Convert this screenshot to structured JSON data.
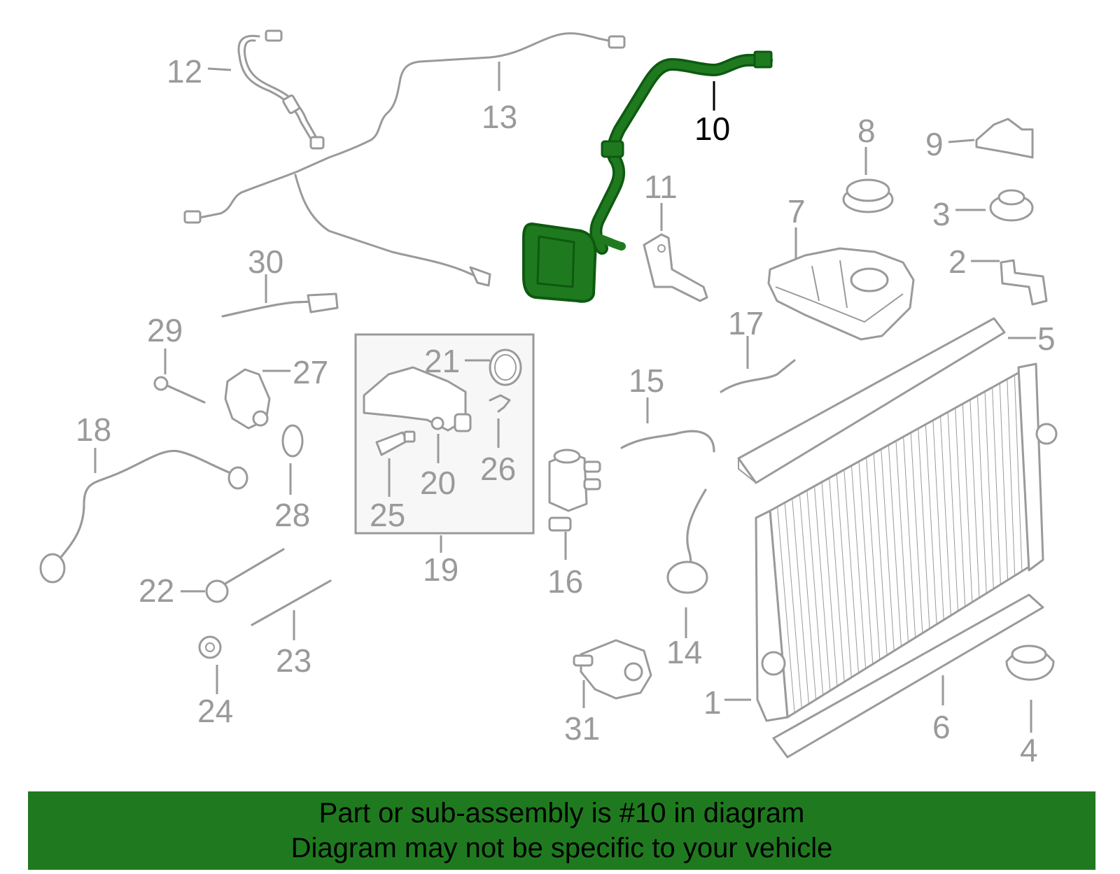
{
  "colors": {
    "part_outline": "#9a9a9a",
    "highlight_fill": "#1f7a1f",
    "highlight_outline": "#0d5a10",
    "banner_bg": "#1f7a1f",
    "banner_text": "#000000"
  },
  "callouts": [
    {
      "id": "1",
      "label": "1"
    },
    {
      "id": "2",
      "label": "2"
    },
    {
      "id": "3",
      "label": "3"
    },
    {
      "id": "4",
      "label": "4"
    },
    {
      "id": "5",
      "label": "5"
    },
    {
      "id": "6",
      "label": "6"
    },
    {
      "id": "7",
      "label": "7"
    },
    {
      "id": "8",
      "label": "8"
    },
    {
      "id": "9",
      "label": "9"
    },
    {
      "id": "10",
      "label": "10",
      "highlighted": true
    },
    {
      "id": "11",
      "label": "11"
    },
    {
      "id": "12",
      "label": "12"
    },
    {
      "id": "13",
      "label": "13"
    },
    {
      "id": "14",
      "label": "14"
    },
    {
      "id": "15",
      "label": "15"
    },
    {
      "id": "16",
      "label": "16"
    },
    {
      "id": "17",
      "label": "17"
    },
    {
      "id": "18",
      "label": "18"
    },
    {
      "id": "19",
      "label": "19"
    },
    {
      "id": "20",
      "label": "20"
    },
    {
      "id": "21",
      "label": "21"
    },
    {
      "id": "22",
      "label": "22"
    },
    {
      "id": "23",
      "label": "23"
    },
    {
      "id": "24",
      "label": "24"
    },
    {
      "id": "25",
      "label": "25"
    },
    {
      "id": "26",
      "label": "26"
    },
    {
      "id": "27",
      "label": "27"
    },
    {
      "id": "28",
      "label": "28"
    },
    {
      "id": "29",
      "label": "29"
    },
    {
      "id": "30",
      "label": "30"
    },
    {
      "id": "31",
      "label": "31"
    }
  ],
  "banner": {
    "line1": "Part or sub-assembly is #10 in diagram",
    "line2": "Diagram may not be specific to your vehicle"
  }
}
